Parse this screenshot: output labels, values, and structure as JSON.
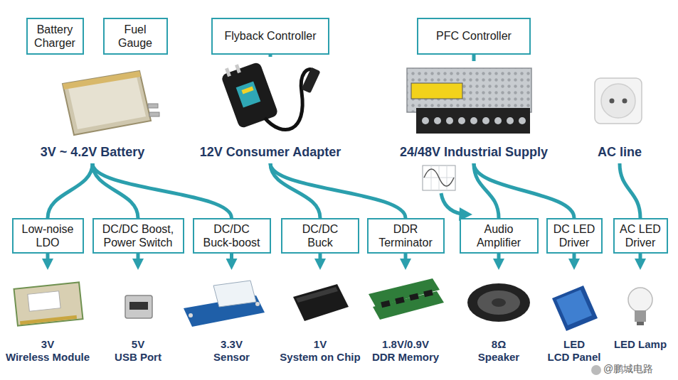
{
  "diagram": {
    "nodes": [
      {
        "text": [
          "Battery Charger"
        ]
      },
      {
        "text": [
          "Fuel Gauge"
        ]
      },
      {
        "text": [
          "Flyback Controller"
        ]
      },
      {
        "text": [
          "PFC Controller"
        ]
      },
      {
        "text": [
          "3V ~ 4.2V Battery"
        ]
      },
      {
        "text": [
          "12V Consumer Adapter"
        ]
      },
      {
        "text": [
          "24/48V Industrial Supply"
        ]
      },
      {
        "text": [
          "AC line"
        ]
      },
      {
        "text": [
          "Low-noise LDO"
        ]
      },
      {
        "text": [
          "DC/DC Boost, Power Switch"
        ]
      },
      {
        "text": [
          "DC/DC Buck-boost"
        ]
      },
      {
        "text": [
          "DC/DC Buck"
        ]
      },
      {
        "text": [
          "DDR Terminator"
        ]
      },
      {
        "text": [
          "Audio Amplifier"
        ]
      },
      {
        "text": [
          "DC LED Driver"
        ]
      },
      {
        "text": [
          "AC LED Driver"
        ]
      },
      {
        "text": [
          "3V",
          "Wireless Module"
        ]
      },
      {
        "text": [
          "5V",
          "USB Port"
        ]
      },
      {
        "text": [
          "3.3V",
          "Sensor"
        ]
      },
      {
        "text": [
          "1V",
          "System on Chip"
        ]
      },
      {
        "text": [
          "1.8V/0.9V",
          "DDR Memory"
        ]
      },
      {
        "text": [
          "8Ω",
          "Speaker"
        ]
      },
      {
        "text": [
          "LED",
          "LCD Panel"
        ]
      },
      {
        "text": [
          "LED Lamp"
        ]
      }
    ],
    "edges": [
      {
        "from": 2,
        "to": 5,
        "arrow": "none"
      },
      {
        "from": 3,
        "to": 6,
        "arrow": "none"
      },
      {
        "from": 4,
        "to": 8,
        "arrow": "none"
      },
      {
        "from": 4,
        "to": 9,
        "arrow": "none"
      },
      {
        "from": 4,
        "to": 10,
        "arrow": "none"
      },
      {
        "from": 5,
        "to": 11,
        "arrow": "none"
      },
      {
        "from": 5,
        "to": 12,
        "arrow": "none"
      },
      {
        "from": 6,
        "to": 13,
        "arrow": "none"
      },
      {
        "from": 6,
        "to": 14,
        "arrow": "none"
      },
      {
        "from": 7,
        "to": 15,
        "arrow": "none"
      },
      {
        "from": 8,
        "to": 16,
        "arrow": "to"
      },
      {
        "from": 9,
        "to": 17,
        "arrow": "to"
      },
      {
        "from": 10,
        "to": 18,
        "arrow": "to"
      },
      {
        "from": 11,
        "to": 19,
        "arrow": "to"
      },
      {
        "from": 12,
        "to": 20,
        "arrow": "to"
      },
      {
        "from": 13,
        "to": 21,
        "arrow": "to"
      },
      {
        "from": 14,
        "to": 22,
        "arrow": "to"
      },
      {
        "from": 15,
        "to": 23,
        "arrow": "to"
      }
    ],
    "labels": [
      "@鹏城电路"
    ]
  }
}
